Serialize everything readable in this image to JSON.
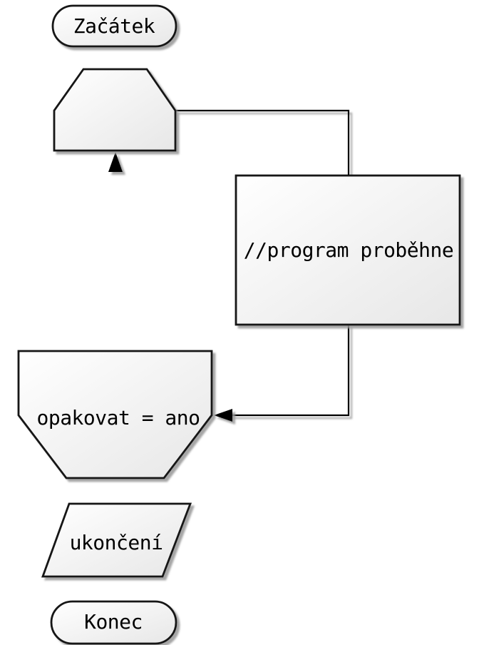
{
  "diagram": {
    "type": "flowchart",
    "background": "#ffffff",
    "colors": {
      "fill_top": "#ffffff",
      "fill_bottom": "#e7e7e7",
      "stroke": "#141414",
      "line": "#000000",
      "text": "#000000",
      "shadow": "#969696"
    },
    "nodes": {
      "start": {
        "type": "terminator",
        "label": "Začátek"
      },
      "loop_start": {
        "type": "loop-begin",
        "label": ""
      },
      "process": {
        "type": "process",
        "label": "//program proběhne"
      },
      "loop_end": {
        "type": "loop-end",
        "label": "opakovat = ano"
      },
      "output": {
        "type": "input-output",
        "label": "ukončení"
      },
      "end": {
        "type": "terminator",
        "label": "Konec"
      }
    },
    "edges": [
      {
        "from": "start",
        "to": "loop_start",
        "arrow": false
      },
      {
        "from": "loop_start",
        "to": "process",
        "arrow": false
      },
      {
        "from": "process",
        "to": "loop_end",
        "arrow": true
      },
      {
        "from": "loop_end",
        "to": "loop_start",
        "arrow": true
      },
      {
        "from": "loop_end",
        "to": "output",
        "arrow": false
      },
      {
        "from": "output",
        "to": "end",
        "arrow": false
      }
    ]
  }
}
